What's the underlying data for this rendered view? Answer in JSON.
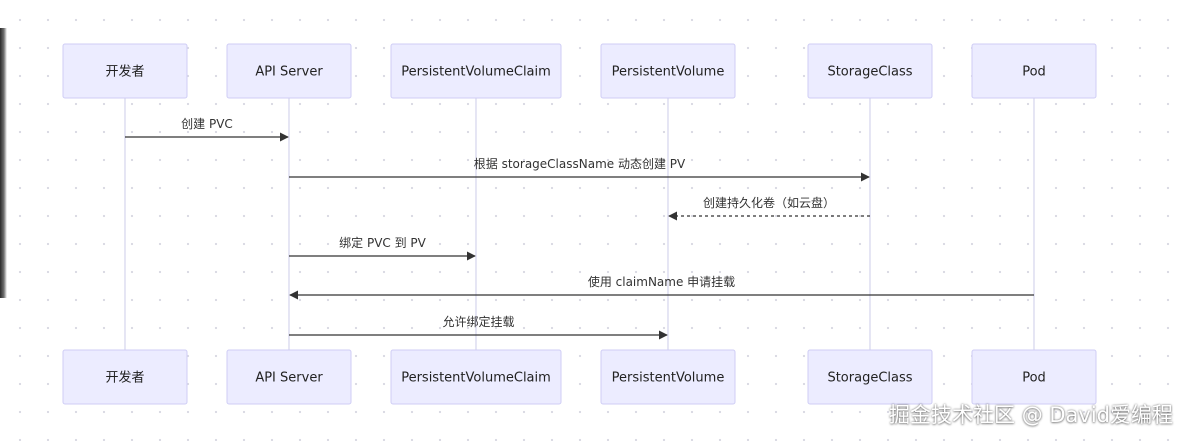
{
  "participants": [
    {
      "id": "dev",
      "label": "开发者"
    },
    {
      "id": "api",
      "label": "API Server"
    },
    {
      "id": "pvc",
      "label": "PersistentVolumeClaim"
    },
    {
      "id": "pv",
      "label": "PersistentVolume"
    },
    {
      "id": "sc",
      "label": "StorageClass"
    },
    {
      "id": "pod",
      "label": "Pod"
    }
  ],
  "messages": [
    {
      "from": "dev",
      "to": "api",
      "label": "创建 PVC",
      "style": "solid"
    },
    {
      "from": "api",
      "to": "sc",
      "label": "根据 storageClassName 动态创建 PV",
      "style": "solid"
    },
    {
      "from": "sc",
      "to": "pv",
      "label": "创建持久化卷（如云盘）",
      "style": "dotted"
    },
    {
      "from": "api",
      "to": "pvc",
      "label": "绑定 PVC 到 PV",
      "style": "solid"
    },
    {
      "from": "pod",
      "to": "api",
      "label": "使用 claimName 申请挂载",
      "style": "solid"
    },
    {
      "from": "api",
      "to": "pv",
      "label": "允许绑定挂载",
      "style": "solid"
    }
  ],
  "watermark": "掘金技术社区 @ David爱编程",
  "colors": {
    "actor_fill": "#ececff",
    "actor_border": "#cfcdf5",
    "lifeline": "#d4d4ec",
    "arrow": "#333333"
  }
}
